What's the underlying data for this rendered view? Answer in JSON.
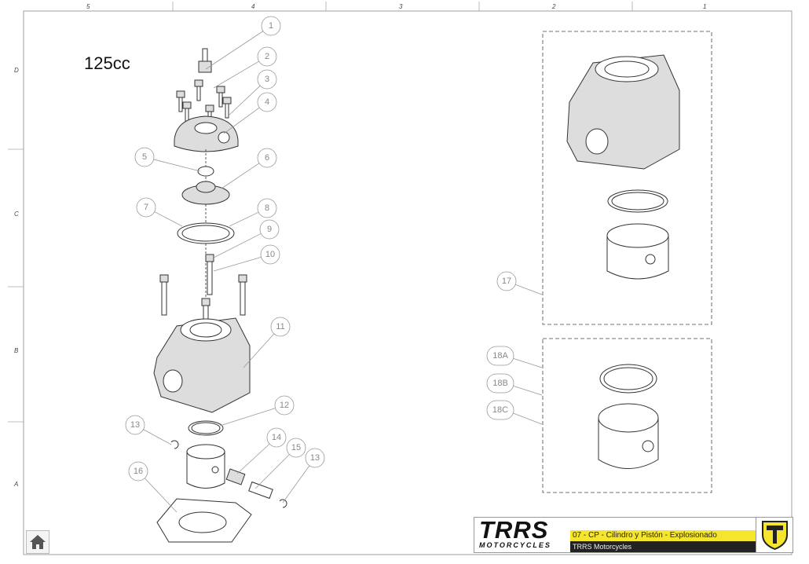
{
  "drawing": {
    "title": "125cc",
    "zone_columns": [
      "5",
      "4",
      "3",
      "2",
      "1"
    ],
    "zone_rows": [
      "D",
      "C",
      "B",
      "A"
    ],
    "callouts": [
      "1",
      "2",
      "3",
      "4",
      "5",
      "6",
      "7",
      "8",
      "9",
      "10",
      "11",
      "12",
      "13",
      "14",
      "15",
      "13",
      "16",
      "17",
      "18A",
      "18B",
      "18C"
    ]
  },
  "title_block": {
    "brand": "TRRS",
    "brand_sub": "MOTORCYCLES",
    "drawing_name": "07 - CP - Cilindro y Pistón - Explosionado",
    "company": "TRRS Motorcycles",
    "accent_color": "#f5e52c"
  },
  "nav": {
    "home_icon": "home-icon"
  }
}
